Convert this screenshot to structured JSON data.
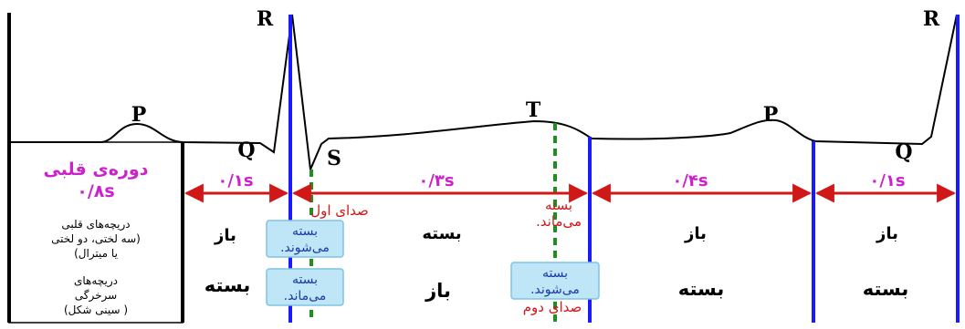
{
  "waves": {
    "p1": "P",
    "q1": "Q",
    "r1": "R",
    "s1": "S",
    "t1": "T",
    "p2": "P",
    "q2": "Q",
    "r2": "R"
  },
  "left_panel": {
    "cycle_title": "دوره‌ی قلبی",
    "cycle_duration": "٠/٨s",
    "av_valves_line1": "دریچه‌های قلبی",
    "av_valves_line2": "(سه لختی، دو لختی",
    "av_valves_line3": "یا میترال)",
    "semilunar_line1": "دریچه‌های",
    "semilunar_line2": "سرخرگی",
    "semilunar_line3": "( سینی شکل)"
  },
  "durations": {
    "d1": "٠/١s",
    "d2": "٠/٣s",
    "d3": "٠/۴s",
    "d4": "٠/١s"
  },
  "sounds": {
    "first": "صدای اول",
    "second": "صدای دوم",
    "remain_closed_line1": "بسته",
    "remain_closed_line2": "می‌ماند."
  },
  "av_row": {
    "seg1": "باز",
    "seg2": "بسته",
    "seg3": "باز",
    "seg4": "باز"
  },
  "semilunar_row": {
    "seg1": "بسته",
    "seg2": "باز",
    "seg3": "بسته",
    "seg4": "بسته"
  },
  "boxes": {
    "av_close_line1": "بسته",
    "av_close_line2": "می‌شوند.",
    "semi_remain_line1": "بسته",
    "semi_remain_line2": "می‌ماند.",
    "semi_close_line1": "بسته",
    "semi_close_line2": "می‌شوند."
  },
  "colors": {
    "divider_blue": "#1a1aff",
    "divider_green": "#1f8f1f",
    "arrow_red": "#d01818",
    "label_magenta": "#cc22cc",
    "box_fill": "#bfe6f6",
    "box_stroke": "#7fc3e3",
    "box_text": "#1a3aa8",
    "trace": "#000000"
  }
}
